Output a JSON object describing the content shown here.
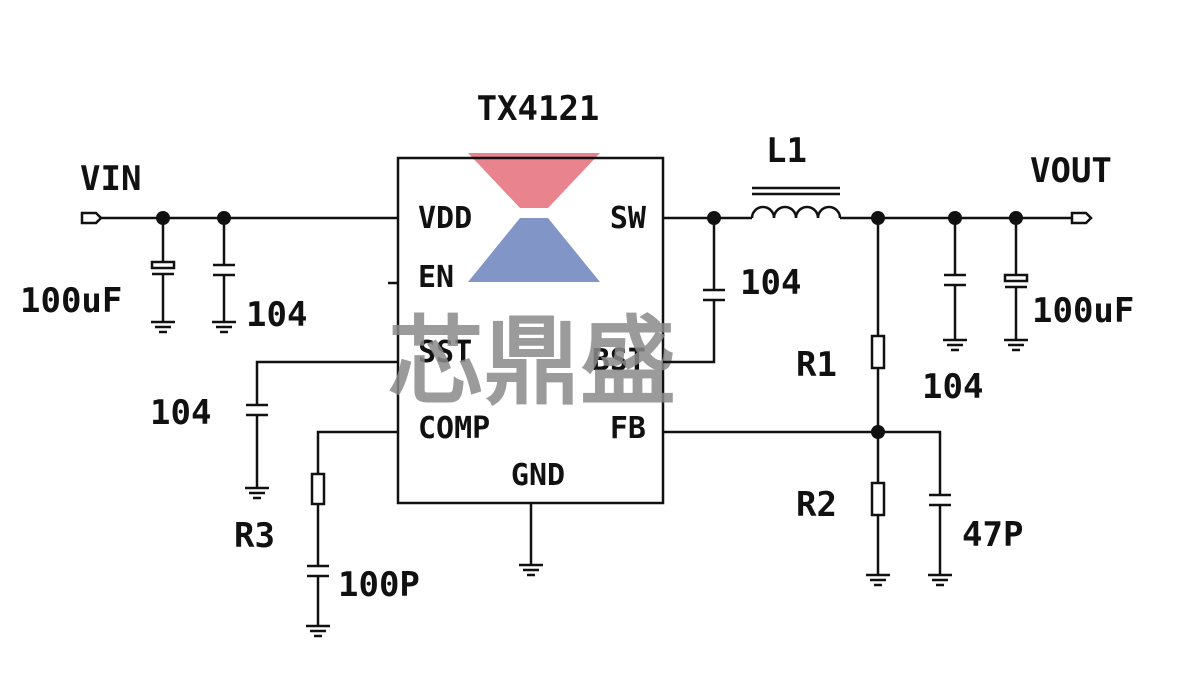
{
  "chip": {
    "name": "TX4121",
    "pins": {
      "vdd": "VDD",
      "en": "EN",
      "sst": "SST",
      "comp": "COMP",
      "sw": "SW",
      "bst": "BST",
      "fb": "FB",
      "gnd": "GND"
    }
  },
  "labels": {
    "vin": "VIN",
    "vout": "VOUT",
    "inductor": "L1",
    "c_in_bulk": "100uF",
    "c_in_cer": "104",
    "c_bst": "104",
    "c_sst": "104",
    "c_out_cer": "104",
    "c_out_bulk": "100uF",
    "r1": "R1",
    "r2": "R2",
    "r3": "R3",
    "c_comp": "100P",
    "c_ff": "47P"
  },
  "watermark": {
    "text": "芯鼎盛",
    "logo_colors": [
      "#e9848f",
      "#8196c6"
    ]
  },
  "colors": {
    "line": "#111111",
    "background": "#ffffff"
  }
}
